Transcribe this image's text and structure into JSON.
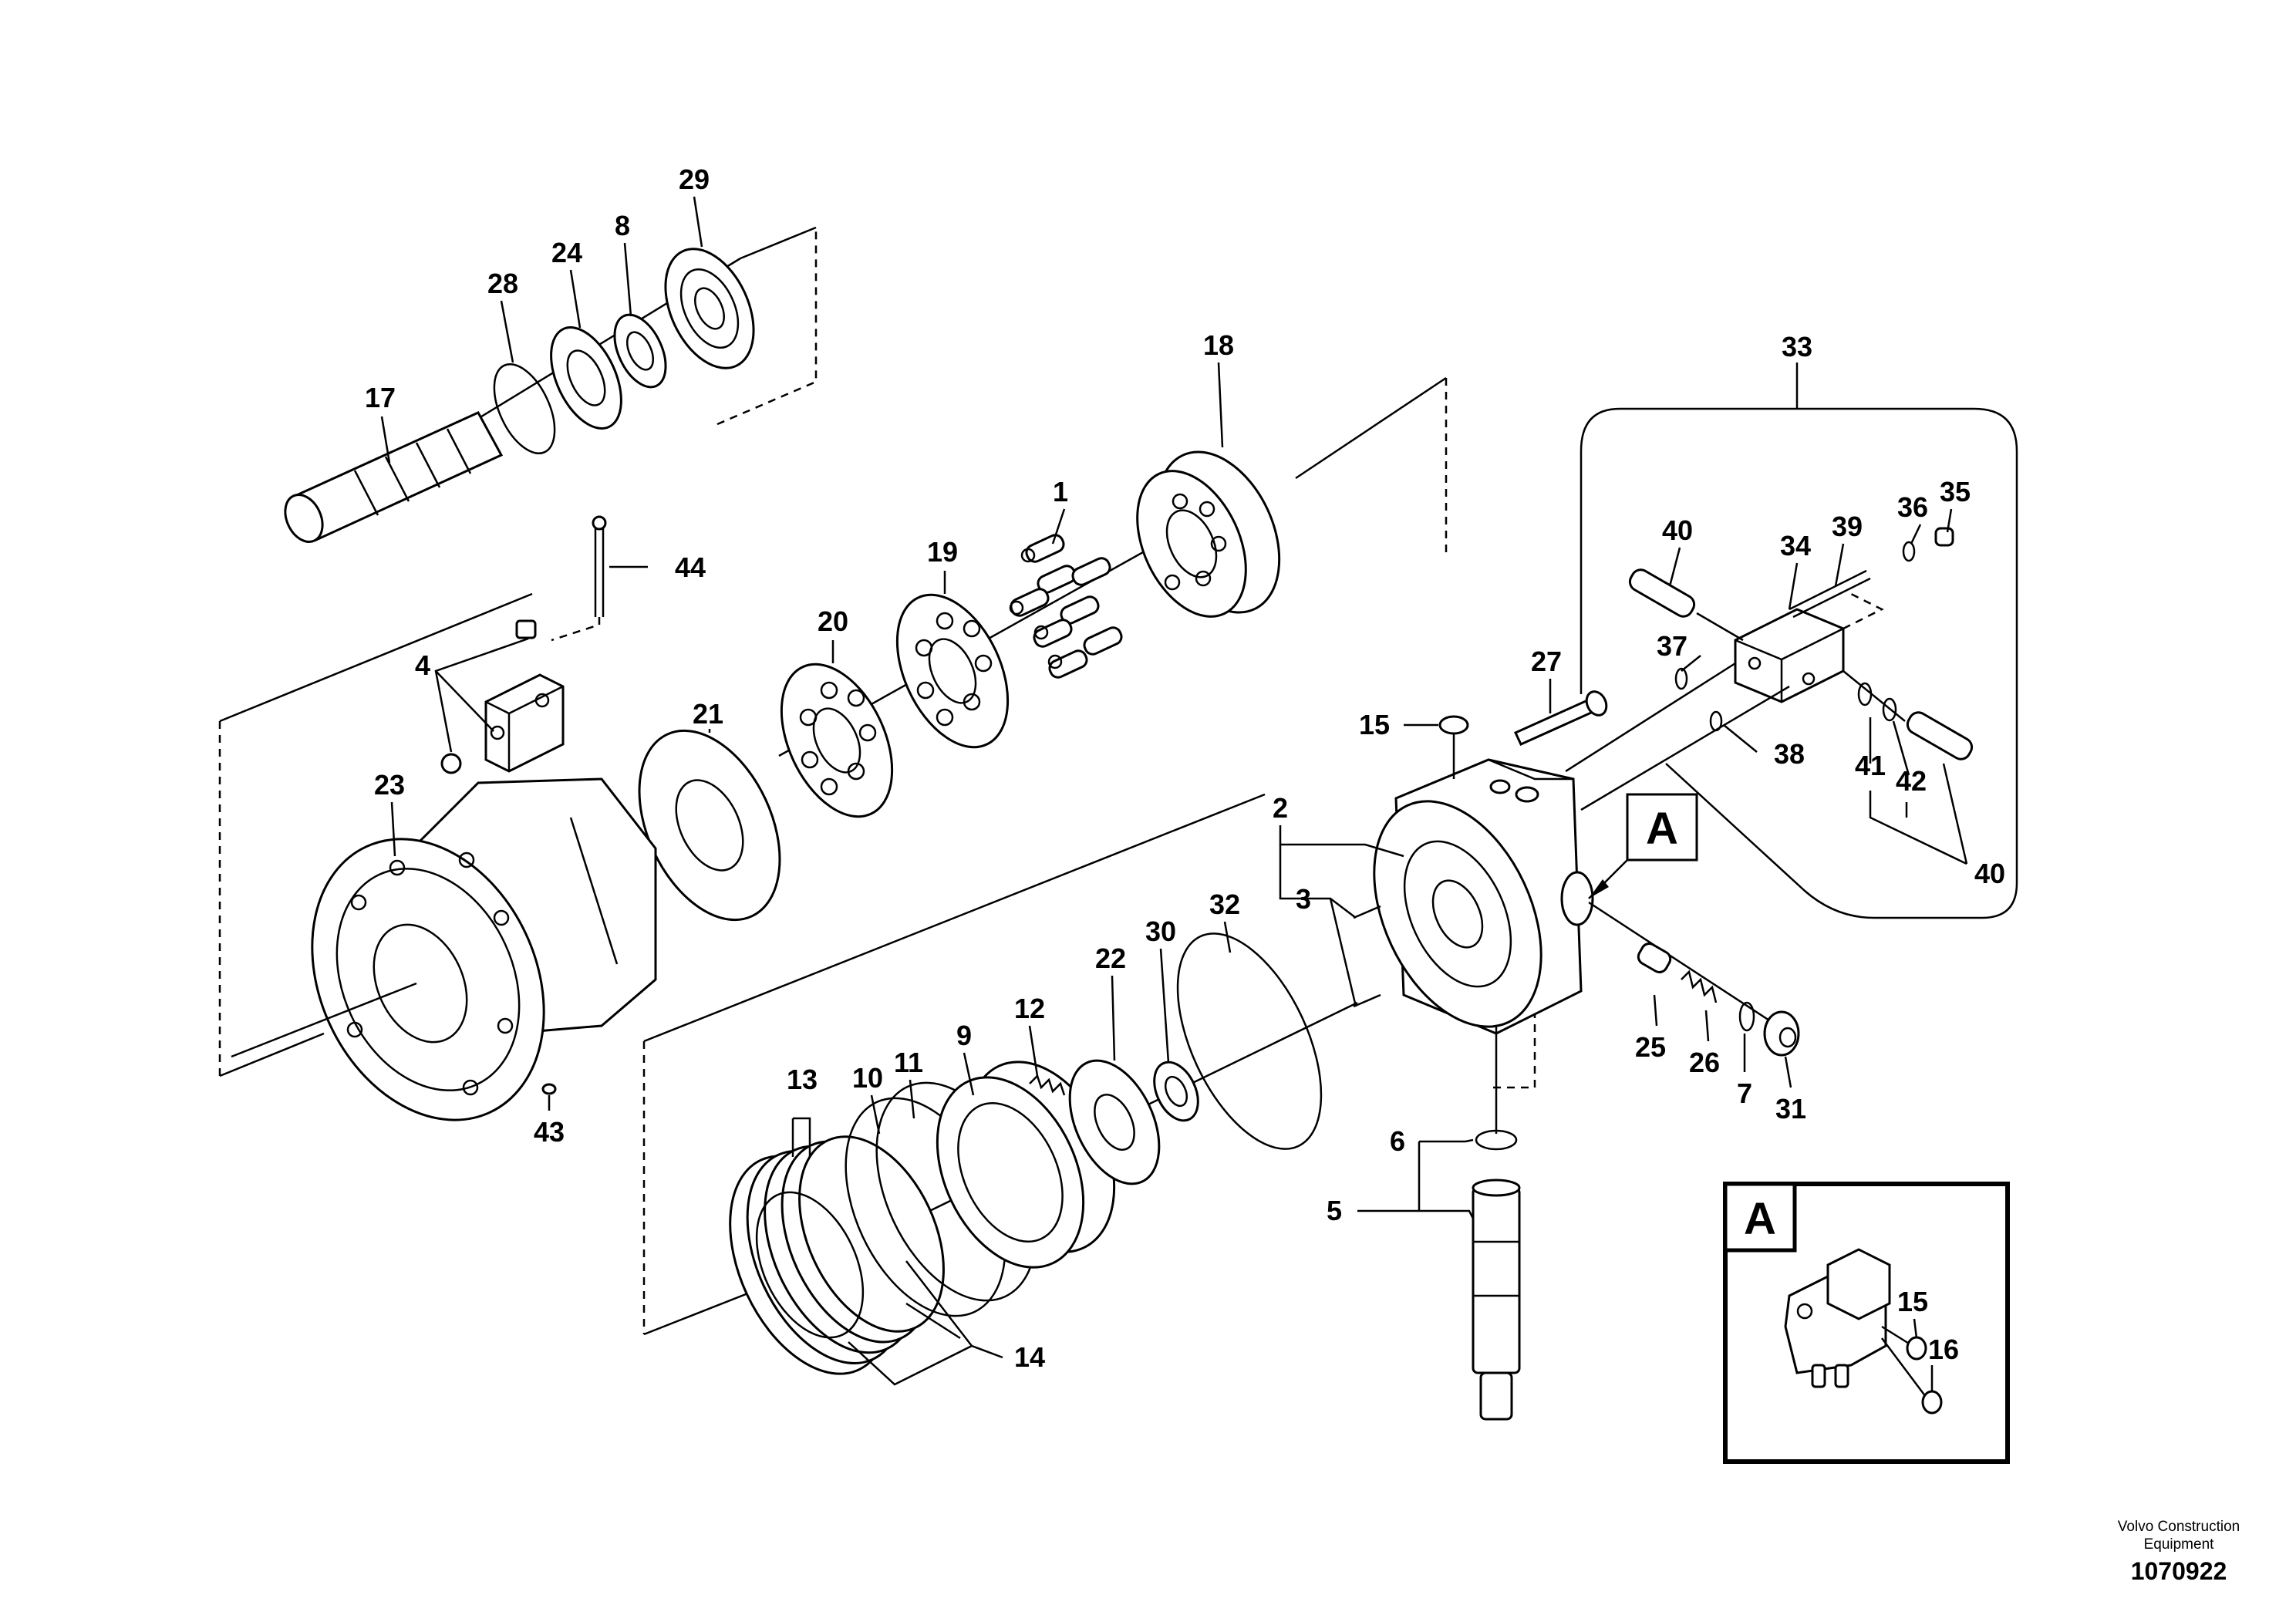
{
  "reference_letter": "A",
  "publisher_line1": "Volvo Construction",
  "publisher_line2": "Equipment",
  "document_number": "1070922",
  "callouts": {
    "p29": "29",
    "p24": "24",
    "p8": "8",
    "p28": "28",
    "p17": "17",
    "p18": "18",
    "p1": "1",
    "p19": "19",
    "p20": "20",
    "p44": "44",
    "p4": "4",
    "p21": "21",
    "p23": "23",
    "p43": "43",
    "p33": "33",
    "p35": "35",
    "p36": "36",
    "p39": "39",
    "p40a": "40",
    "p34": "34",
    "p37": "37",
    "p38": "38",
    "p41": "41",
    "p42": "42",
    "p40b": "40",
    "p27": "27",
    "p15": "15",
    "p2": "2",
    "p3": "3",
    "p32": "32",
    "p30": "30",
    "p22": "22",
    "p12": "12",
    "p9": "9",
    "p11": "11",
    "p10": "10",
    "p13": "13",
    "p14": "14",
    "p25": "25",
    "p26": "26",
    "p7": "7",
    "p31": "31",
    "p6": "6",
    "p5": "5",
    "d15": "15",
    "d16": "16"
  }
}
